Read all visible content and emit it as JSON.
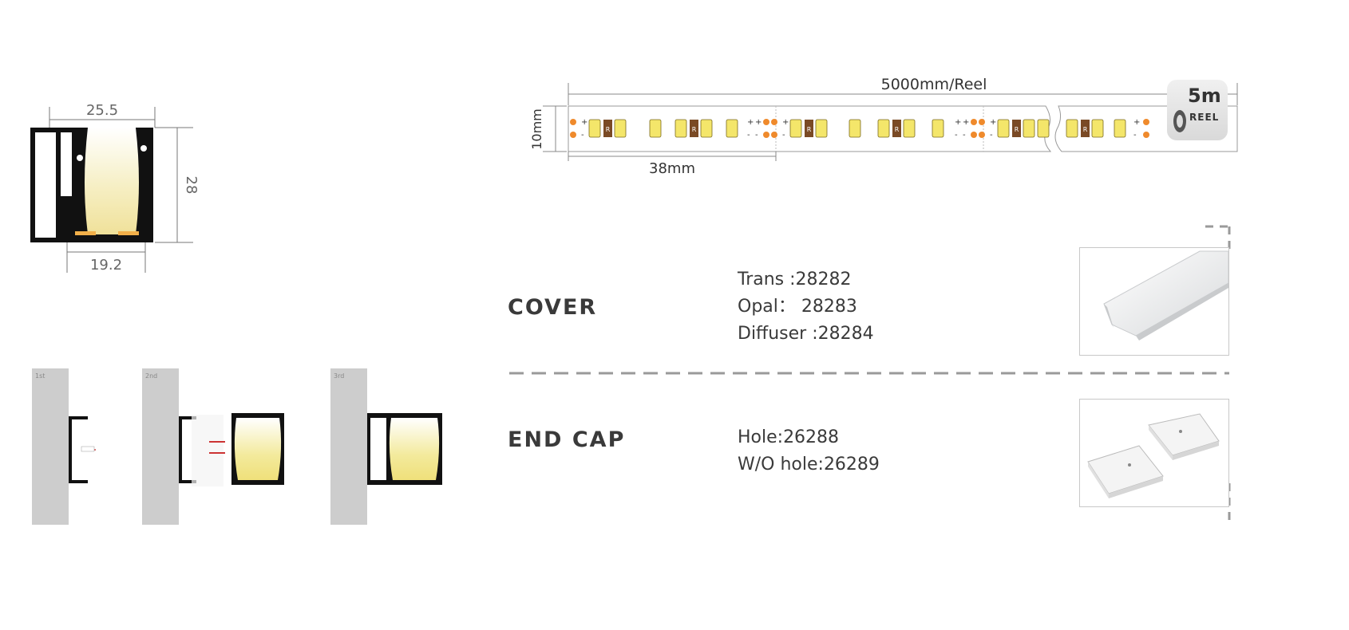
{
  "profile": {
    "dim_top": "25.5",
    "dim_right": "28",
    "dim_bottom": "19.2"
  },
  "install_steps": {
    "step1": {
      "label": "1st"
    },
    "step2": {
      "label": "2nd"
    },
    "step3": {
      "label": "3rd"
    }
  },
  "strip": {
    "length_label": "5000mm/Reel",
    "width_label": "10mm",
    "cut_label": "38mm",
    "resistor_mark": "R",
    "plus_mark": "+",
    "minus_mark": "-",
    "reel_badge": {
      "value": "5m",
      "label": "REEL"
    }
  },
  "cover": {
    "title": "COVER",
    "options": [
      "Trans :28282",
      "Opal： 28283",
      "Diffuser :28284"
    ]
  },
  "end_cap": {
    "title": "END CAP",
    "options": [
      "Hole:26288",
      "W/O hole:26289"
    ]
  },
  "colors": {
    "profile_black": "#111111",
    "light_warm": "#f2e7ae",
    "led_yellow": "#f4e66a",
    "resistor_brown": "#7a4a25",
    "pad_orange": "#ef8a2c",
    "wall_grey": "#cdcdcd",
    "dashed_line": "#9a9a9a"
  }
}
